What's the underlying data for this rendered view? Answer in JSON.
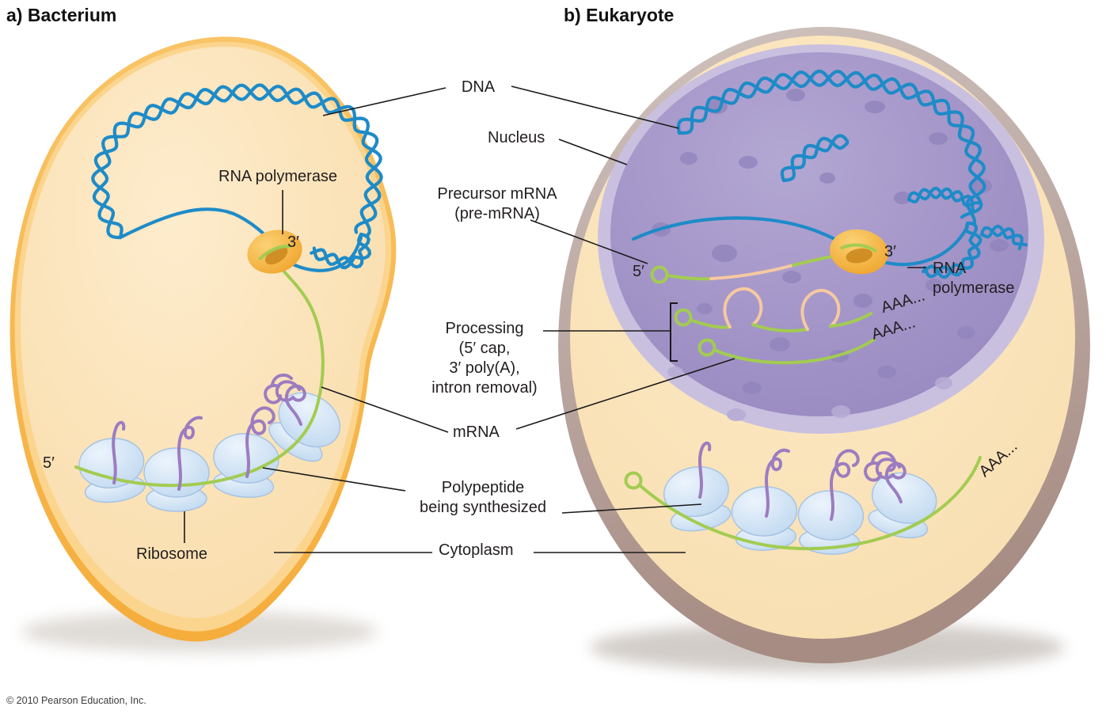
{
  "figure": {
    "panel_a_title": "a) Bacterium",
    "panel_b_title": "b) Eukaryote",
    "copyright": "© 2010 Pearson Education, Inc."
  },
  "labels": {
    "dna": "DNA",
    "nucleus": "Nucleus",
    "precursor_mrna_line1": "Precursor mRNA",
    "precursor_mrna_line2": "(pre-mRNA)",
    "processing_line1": "Processing",
    "processing_line2": "(5′ cap,",
    "processing_line3": "3′ poly(A),",
    "processing_line4": "intron removal)",
    "mrna": "mRNA",
    "polypeptide_line1": "Polypeptide",
    "polypeptide_line2": "being synthesized",
    "cytoplasm": "Cytoplasm",
    "ribosome": "Ribosome",
    "rna_polymerase_a": "RNA polymerase",
    "rna_polymerase_b_line1": "RNA",
    "rna_polymerase_b_line2": "polymerase",
    "five_prime_a": "5′",
    "three_prime_a": "3′",
    "five_prime_b": "5′",
    "three_prime_b": "3′",
    "poly_a_tail_1": "AAA...",
    "poly_a_tail_2": "AAA...",
    "poly_a_tail_3": "AAA..."
  },
  "colors": {
    "dna_blue": "#1e8bc8",
    "mrna_green": "#a2cc51",
    "intron_peach": "#f6c9a0",
    "polypeptide_purple": "#9c7cc1",
    "ribosome_blue": "#c7dcf2",
    "bacterium_membrane_orange": "#f7b94e",
    "bacterium_cytoplasm_tan": "#fbe3b6",
    "eukaryote_membrane_taupe": "#b7a29a",
    "eukaryote_cytoplasm_cream": "#fbe4bc",
    "nuclear_envelope_lavender": "#c9c0e0",
    "nucleoplasm_purple": "#a294c8",
    "rna_polymerase_orange": "#f4ae36",
    "leader_line_black": "#1a1a1a"
  }
}
